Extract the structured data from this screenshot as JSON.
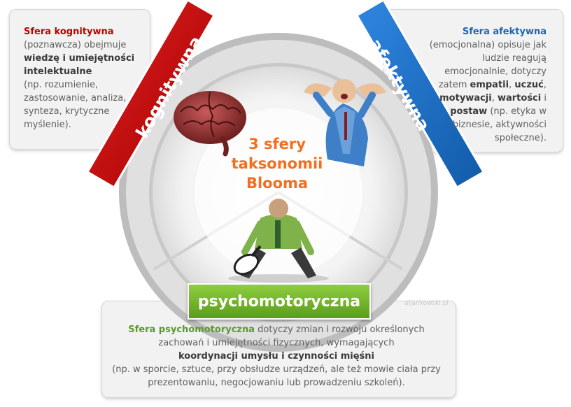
{
  "center_title": [
    "3 sfery",
    "taksonomii",
    "Blooma"
  ],
  "bands": {
    "left": "kognitywna",
    "right": "afektywna",
    "bottom": "psychomotoryczna"
  },
  "left_panel": {
    "title": "Sfera kognitywna",
    "line1": "(poznawcza) obejmuje",
    "strong": "wiedzę i umiejętności intelektualne",
    "rest": "(np. rozumienie, zastosowanie, analiza, synteza, krytyczne myślenie)."
  },
  "right_panel": {
    "title": "Sfera afektywna",
    "intro": "(emocjonalna) opisuje jak ludzie reagują emocjonalnie, dotyczy zatem",
    "s1": "empatii",
    "s2": "uczuć",
    "s3": "motywacji",
    "s4": "wartości",
    "conj": "i",
    "s5": "postaw",
    "rest": "(np. etyka w biznesie, aktywności społeczne)."
  },
  "bottom_panel": {
    "title": "Sfera psychomotoryczna",
    "intro": "dotyczy zmian i rozwoju określonych zachowań i umiejętności fizycznych, wymagających",
    "strong": "koordynacji umysłu i czynności mięśni",
    "rest": "(np. w sporcie, sztuce, przy obsłudze urządzeń, ale też mowie ciała przy prezentowaniu, negocjowaniu lub prowadzeniu szkoleń)."
  },
  "watermark": "aljankowski.pl",
  "colors": {
    "red": "#c00000",
    "blue": "#1a66b8",
    "green": "#6fb52c",
    "orange": "#f26f1f"
  },
  "icons": [
    "brain-image",
    "stressed-man-image",
    "tennis-player-image"
  ]
}
